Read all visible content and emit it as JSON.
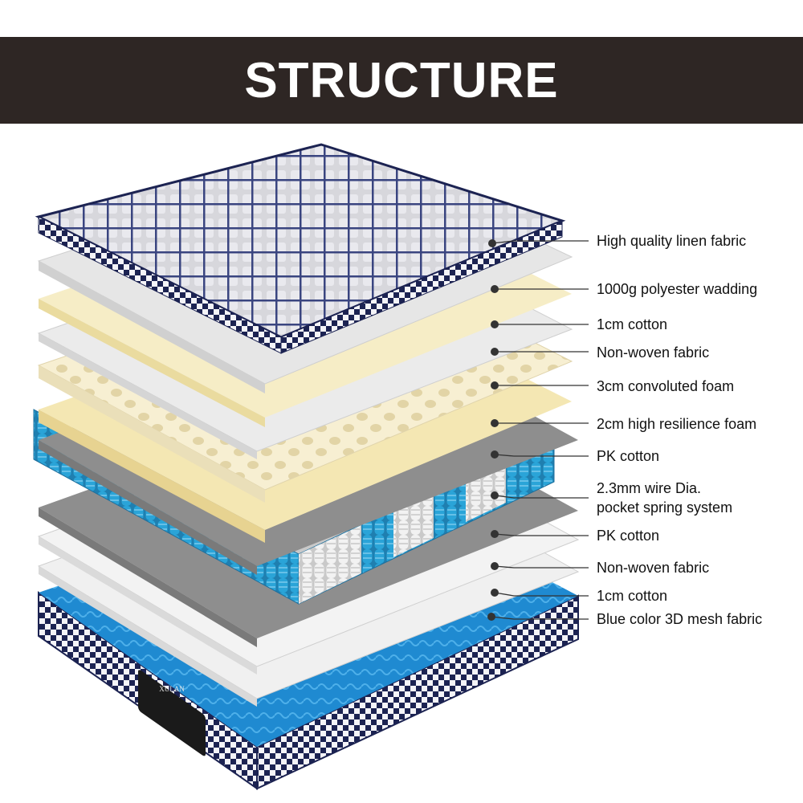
{
  "header": {
    "title": "STRUCTURE"
  },
  "brand": {
    "logo_text": "XULAN"
  },
  "colors": {
    "banner": "#2e2624",
    "spring_blue": "#2aa4d8",
    "mesh_blue": "#1f8ad1",
    "border_navy": "#1c2352",
    "foam_yellow": "#f4e7b3"
  },
  "layers": [
    {
      "label": "High quality  linen fabric"
    },
    {
      "label": "1000g polyester wadding"
    },
    {
      "label": "1cm cotton"
    },
    {
      "label": "Non-woven fabric"
    },
    {
      "label": "3cm convoluted foam"
    },
    {
      "label": "2cm high resilience foam"
    },
    {
      "label": "PK cotton"
    },
    {
      "label": "2.3mm wire Dia.\npocket spring system"
    },
    {
      "label": "PK cotton"
    },
    {
      "label": "Non-woven fabric"
    },
    {
      "label": "1cm cotton"
    },
    {
      "label": "Blue color 3D mesh fabric"
    }
  ]
}
